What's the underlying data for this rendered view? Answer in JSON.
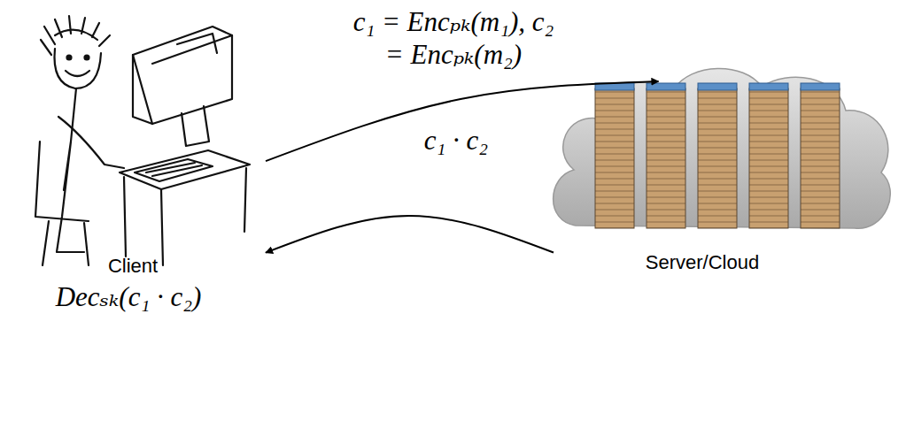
{
  "diagram": {
    "nodes": [
      {
        "text": [
          "Client",
          "Decₛₖ(c₁ · c₂)"
        ]
      },
      {
        "text": [
          "Server/Cloud"
        ]
      }
    ],
    "edges": [
      {
        "from": 0,
        "to": 1,
        "arrow": "to",
        "label": "c₁ = Encₚₖ(m₁), c₂ = Encₚₖ(m₂)"
      },
      {
        "from": 1,
        "to": 0,
        "arrow": "to",
        "label": "c₁ · c₂"
      }
    ]
  }
}
